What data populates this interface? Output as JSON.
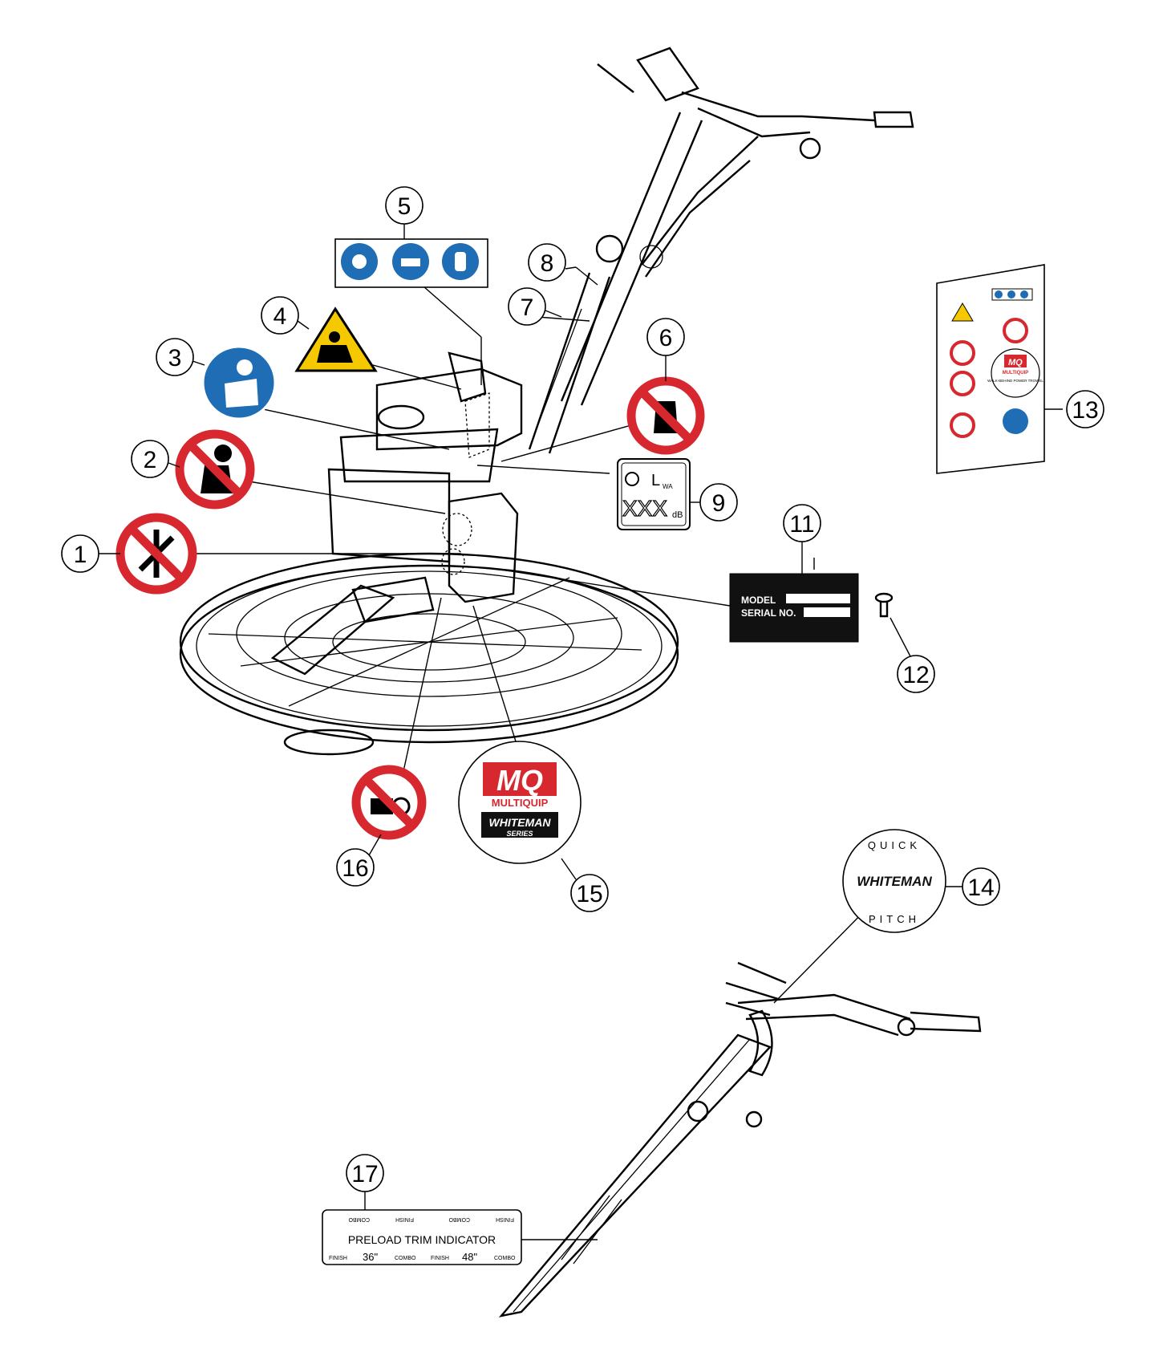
{
  "callouts": [
    {
      "id": "1",
      "label": "1"
    },
    {
      "id": "2",
      "label": "2"
    },
    {
      "id": "3",
      "label": "3"
    },
    {
      "id": "4",
      "label": "4"
    },
    {
      "id": "5",
      "label": "5"
    },
    {
      "id": "6",
      "label": "6"
    },
    {
      "id": "7",
      "label": "7"
    },
    {
      "id": "8",
      "label": "8"
    },
    {
      "id": "9",
      "label": "9"
    },
    {
      "id": "11",
      "label": "11"
    },
    {
      "id": "12",
      "label": "12"
    },
    {
      "id": "13",
      "label": "13"
    },
    {
      "id": "14",
      "label": "14"
    },
    {
      "id": "15",
      "label": "15"
    },
    {
      "id": "16",
      "label": "16"
    },
    {
      "id": "17",
      "label": "17"
    }
  ],
  "decal_9": {
    "symbol": "L",
    "subscript": "WA",
    "value": "XXX",
    "unit": "dB"
  },
  "decal_11": {
    "model_label": "MODEL",
    "serial_label": "SERIAL NO."
  },
  "decal_14": {
    "top": "QUICK",
    "brand": "WHITEMAN",
    "bottom": "PITCH"
  },
  "decal_15": {
    "logo": "MQ",
    "company": "MULTIQUIP",
    "brand": "WHITEMAN",
    "series": "SERIES"
  },
  "decal_13": {
    "logo": "MQ",
    "company": "MULTIQUIP",
    "caption": "WALK-BEHIND POWER TROWEL"
  },
  "decal_17": {
    "title": "PRELOAD TRIM INDICATOR",
    "finish": "FINISH",
    "combo": "COMBO",
    "size_36": "36\"",
    "size_48": "48\""
  },
  "colors": {
    "prohibition_red": "#d7282f",
    "mandatory_blue": "#1f6db5",
    "warning_yellow": "#f5c800",
    "brand_red": "#d7282f",
    "label_black": "#111111"
  }
}
